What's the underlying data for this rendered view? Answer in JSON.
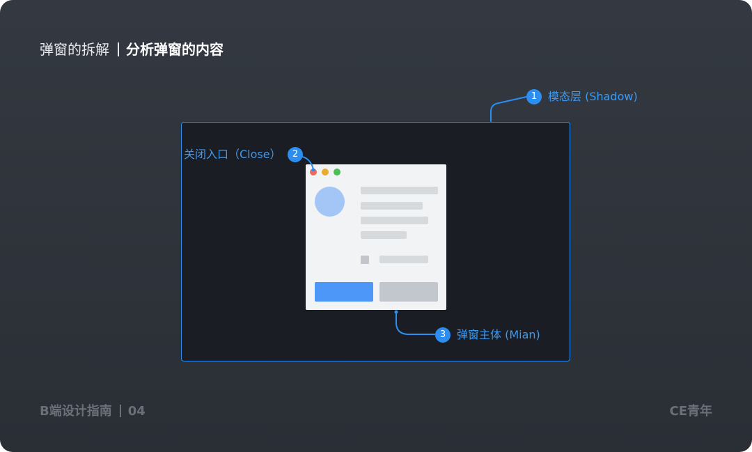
{
  "header": {
    "title_light": "弹窗的拆解",
    "title_strong": "分析弹窗的内容"
  },
  "callouts": [
    {
      "number": "1",
      "label": "模态层 (Shadow)"
    },
    {
      "number": "2",
      "label": "关闭入口（Close）"
    },
    {
      "number": "3",
      "label": "弹窗主体 (Mian)"
    }
  ],
  "footer": {
    "series": "B端设计指南",
    "issue": "04",
    "brand": "CE青年"
  },
  "colors": {
    "accent": "#2b8ef0",
    "background": "#2e3239",
    "overlay": "#1a1d23",
    "dialog": "#f2f3f4",
    "primary_button": "#4c97f7",
    "secondary_button": "#c2c7ce",
    "avatar": "#a3c6f7"
  }
}
